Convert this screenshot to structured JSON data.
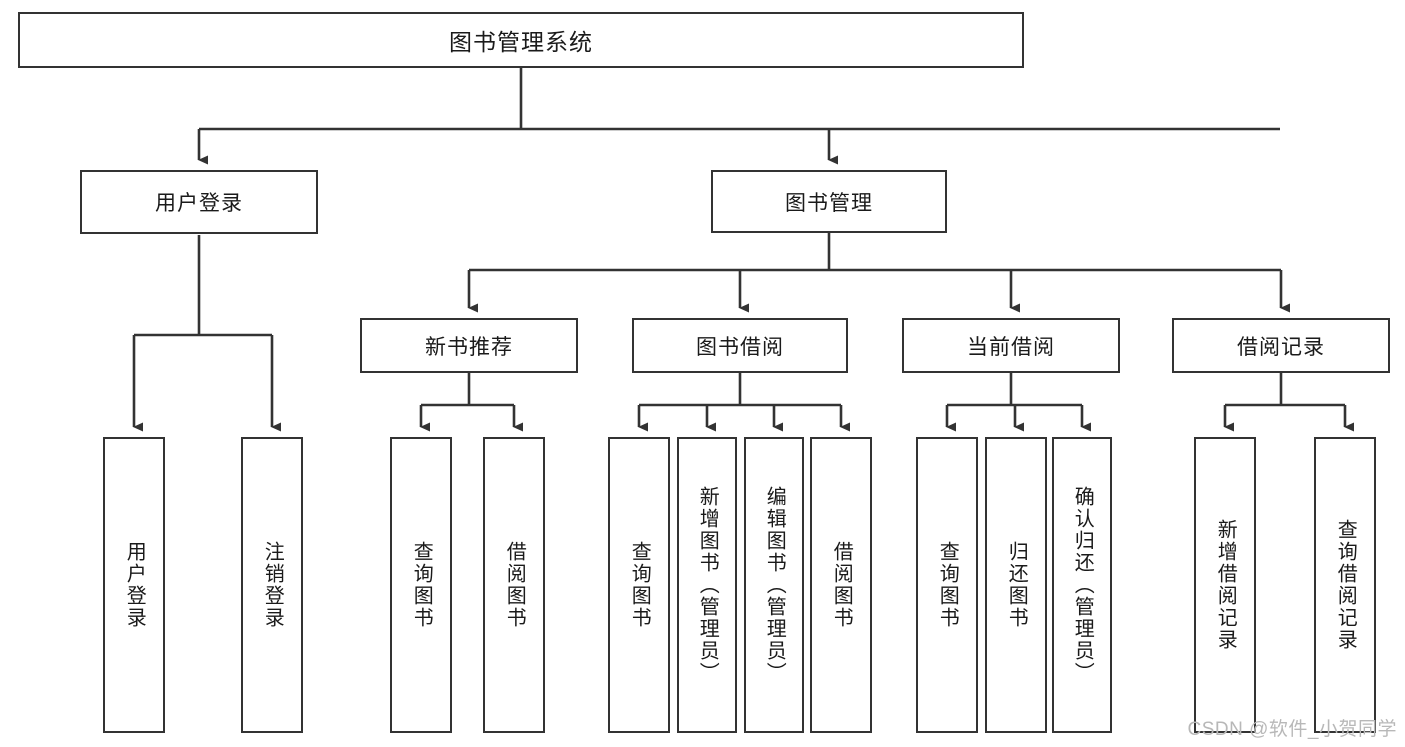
{
  "diagram": {
    "title": "图书管理系统",
    "type": "hierarchy-tree",
    "watermark": "CSDN @软件_小贺同学",
    "colors": {
      "box_border": "#333333",
      "box_fill": "#ffffff",
      "edge": "#333333",
      "text": "#1a1a1a",
      "watermark": "#b8b8b8",
      "background": "#ffffff"
    },
    "root": {
      "label": "图书管理系统"
    },
    "level2": [
      {
        "id": "user-login",
        "label": "用户登录"
      },
      {
        "id": "book-manage",
        "label": "图书管理"
      }
    ],
    "level3": [
      {
        "id": "new-book-recommend",
        "label": "新书推荐",
        "parent": "book-manage"
      },
      {
        "id": "book-borrow",
        "label": "图书借阅",
        "parent": "book-manage"
      },
      {
        "id": "current-borrow",
        "label": "当前借阅",
        "parent": "book-manage"
      },
      {
        "id": "borrow-record",
        "label": "借阅记录",
        "parent": "book-manage"
      }
    ],
    "leaves": {
      "user_login": [
        {
          "id": "leaf-user-login",
          "label": "用户登录"
        },
        {
          "id": "leaf-logout",
          "label": "注销登录"
        }
      ],
      "new_book_recommend": [
        {
          "id": "leaf-query-book-1",
          "label": "查询图书"
        },
        {
          "id": "leaf-borrow-book-1",
          "label": "借阅图书"
        }
      ],
      "book_borrow": [
        {
          "id": "leaf-query-book-2",
          "label": "查询图书"
        },
        {
          "id": "leaf-add-book",
          "label": "新增图书（管理员）"
        },
        {
          "id": "leaf-edit-book",
          "label": "编辑图书（管理员）"
        },
        {
          "id": "leaf-borrow-book-2",
          "label": "借阅图书"
        }
      ],
      "current_borrow": [
        {
          "id": "leaf-query-book-3",
          "label": "查询图书"
        },
        {
          "id": "leaf-return-book",
          "label": "归还图书"
        },
        {
          "id": "leaf-confirm-return",
          "label": "确认归还（管理员）"
        }
      ],
      "borrow_record": [
        {
          "id": "leaf-add-record",
          "label": "新增借阅记录"
        },
        {
          "id": "leaf-query-record",
          "label": "查询借阅记录"
        }
      ]
    }
  }
}
